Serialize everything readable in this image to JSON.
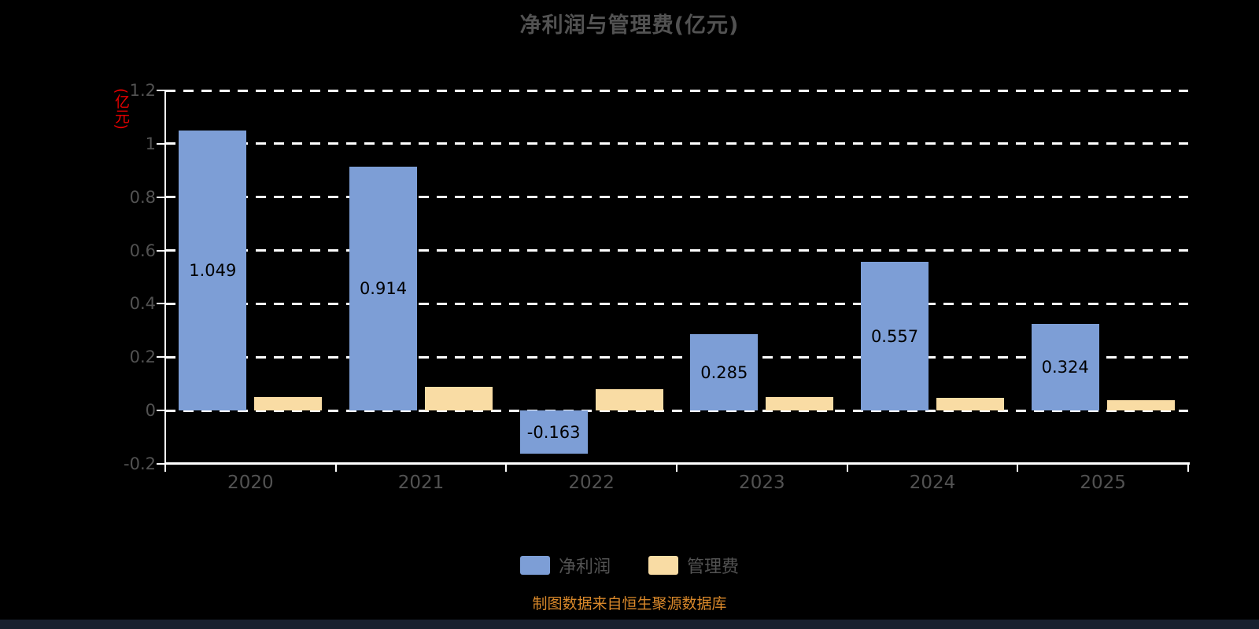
{
  "title": "净利润与管理费(亿元)",
  "y_axis_unit": "(亿元)",
  "source_note": "制图数据来自恒生聚源数据库",
  "colors": {
    "background": "#000000",
    "grid": "#ffffff",
    "text": "#525252",
    "bar_label": "#000000",
    "y_unit": "#e60000",
    "source_note": "#d9882a",
    "net_profit_bar": "#7d9ed6",
    "mgmt_fee_bar": "#f9dca4",
    "footer_strip": "#18202e"
  },
  "chart_data": {
    "type": "bar",
    "title": "净利润与管理费(亿元)",
    "categories": [
      "2020",
      "2021",
      "2022",
      "2023",
      "2024",
      "2025"
    ],
    "series": [
      {
        "name": "净利润",
        "color": "#7d9ed6",
        "values": [
          1.049,
          0.914,
          -0.163,
          0.285,
          0.557,
          0.324
        ],
        "labels": [
          "1.049",
          "0.914",
          "-0.163",
          "0.285",
          "0.557",
          "0.324"
        ]
      },
      {
        "name": "管理费",
        "color": "#f9dca4",
        "values": [
          0.05,
          0.09,
          0.08,
          0.05,
          0.047,
          0.04
        ],
        "labels": null
      }
    ],
    "xlabel": "",
    "ylabel": "(亿元)",
    "ylim": [
      -0.2,
      1.2
    ],
    "yticks": [
      -0.2,
      0,
      0.2,
      0.4,
      0.6,
      0.8,
      1,
      1.2
    ],
    "ytick_labels": [
      "-0.2",
      "0",
      "0.2",
      "0.4",
      "0.6",
      "0.8",
      "1",
      "1.2"
    ],
    "grid": true,
    "grid_style": "dashed",
    "legend_position": "bottom"
  }
}
